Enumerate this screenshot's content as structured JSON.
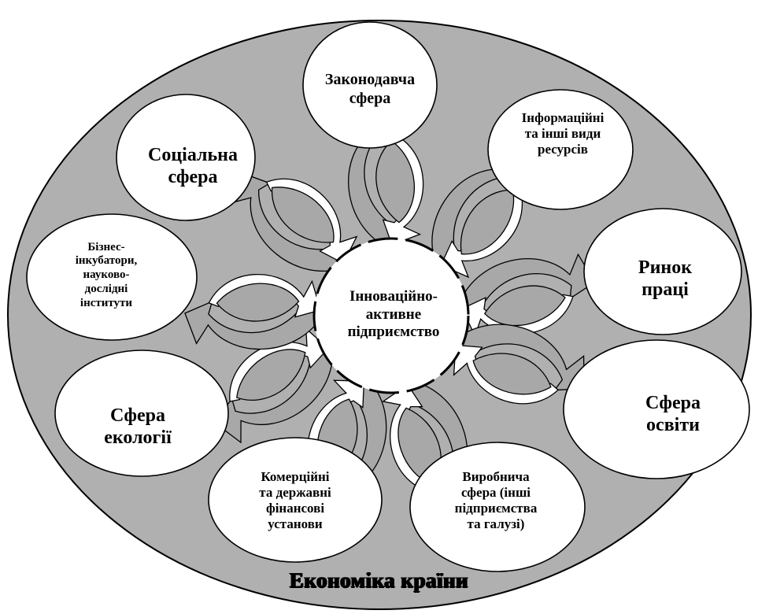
{
  "center": {
    "label": "Інноваційно-\nактивне\nпідприємство"
  },
  "spheres": [
    {
      "id": "legislative",
      "label": "Законодавча\nсфера"
    },
    {
      "id": "information",
      "label": "Інформаційні\nта інші види\nресурсів"
    },
    {
      "id": "labor",
      "label": "Ринок\nпраці"
    },
    {
      "id": "education",
      "label": "Сфера\nосвіти"
    },
    {
      "id": "production",
      "label": "Виробнича\nсфера (інші\nпідприємства\nта галузі)"
    },
    {
      "id": "finance",
      "label": "Комерційні\nта державні\nфінансові\nустанови"
    },
    {
      "id": "ecology",
      "label": "Сфера\nекології"
    },
    {
      "id": "business",
      "label": "Бізнес-\nінкубатори,\nнауково-\nдослідні\nінститути"
    },
    {
      "id": "social",
      "label": "Соціальна\nсфера"
    }
  ],
  "footer": {
    "label": "Економіка країни"
  },
  "colors": {
    "outer": "#b0b0b0",
    "arrow_fill": "#a8a8a8",
    "arrow_white": "#ffffff",
    "stroke": "#000000"
  }
}
